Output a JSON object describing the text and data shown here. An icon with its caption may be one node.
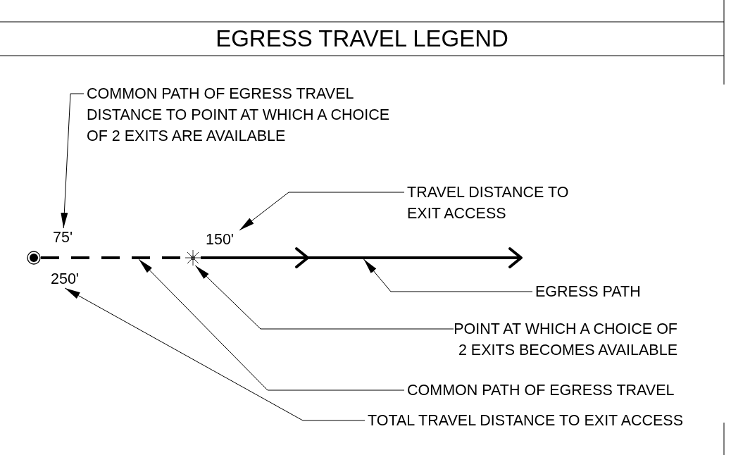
{
  "diagram": {
    "title": "EGRESS TRAVEL LEGEND",
    "nodes": [
      {
        "text": [
          "COMMON PATH OF EGRESS TRAVEL DISTANCE TO POINT AT WHICH A CHOICE OF 2 EXITS ARE AVAILABLE"
        ]
      },
      {
        "text": [
          "75'"
        ]
      },
      {
        "text": [
          "TRAVEL DISTANCE TO EXIT ACCESS"
        ]
      },
      {
        "text": [
          "150'"
        ]
      },
      {
        "text": [
          "EGRESS PATH"
        ]
      },
      {
        "text": [
          "POINT AT WHICH A CHOICE OF 2 EXITS BECOMES AVAILABLE"
        ]
      },
      {
        "text": [
          "COMMON PATH OF EGRESS TRAVEL"
        ]
      },
      {
        "text": [
          "TOTAL TRAVEL DISTANCE TO EXIT ACCESS"
        ]
      },
      {
        "text": [
          "250'"
        ]
      },
      {
        "text": [],
        "shape": "circle"
      },
      {
        "text": [],
        "shape": "star"
      },
      {
        "text": [],
        "shape": "line"
      }
    ],
    "edges": [
      {
        "from": 0,
        "to": 1,
        "arrow": "to"
      },
      {
        "from": 2,
        "to": 3,
        "arrow": "to"
      },
      {
        "from": 4,
        "to": 11,
        "arrow": "to"
      },
      {
        "from": 5,
        "to": 10,
        "arrow": "to"
      },
      {
        "from": 6,
        "to": null,
        "arrow": "to"
      },
      {
        "from": 7,
        "to": 8,
        "arrow": "to"
      },
      {
        "from": 9,
        "to": 10,
        "arrow": "none",
        "style": "dashed"
      }
    ]
  }
}
